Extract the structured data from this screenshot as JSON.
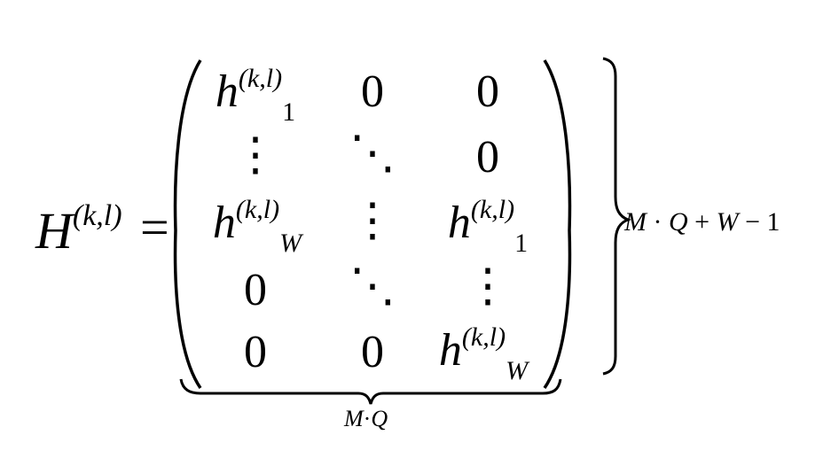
{
  "equation": {
    "lhs": {
      "base": "H",
      "superscript": "(k,l)",
      "equals": "="
    },
    "matrix": {
      "rows": [
        [
          {
            "base": "h",
            "sup": "(k,l)",
            "sub": "1"
          },
          {
            "text": "0"
          },
          {
            "text": "0"
          }
        ],
        [
          {
            "text": "⋮"
          },
          {
            "text": "⋱"
          },
          {
            "text": "0"
          }
        ],
        [
          {
            "base": "h",
            "sup": "(k,l)",
            "sub": "W"
          },
          {
            "text": "⋮"
          },
          {
            "base": "h",
            "sup": "(k,l)",
            "sub": "1"
          }
        ],
        [
          {
            "text": "0"
          },
          {
            "text": "⋱"
          },
          {
            "text": "⋮"
          }
        ],
        [
          {
            "text": "0"
          },
          {
            "text": "0"
          },
          {
            "base": "h",
            "sup": "(k,l)",
            "sub": "W"
          }
        ]
      ]
    },
    "row_count_label": {
      "M": "M",
      "dot": "·",
      "Q": "Q",
      "plus": "+",
      "W": "W",
      "minus": "−",
      "one": "1"
    },
    "col_count_label": {
      "M": "M",
      "dot": "·",
      "Q": "Q"
    }
  }
}
